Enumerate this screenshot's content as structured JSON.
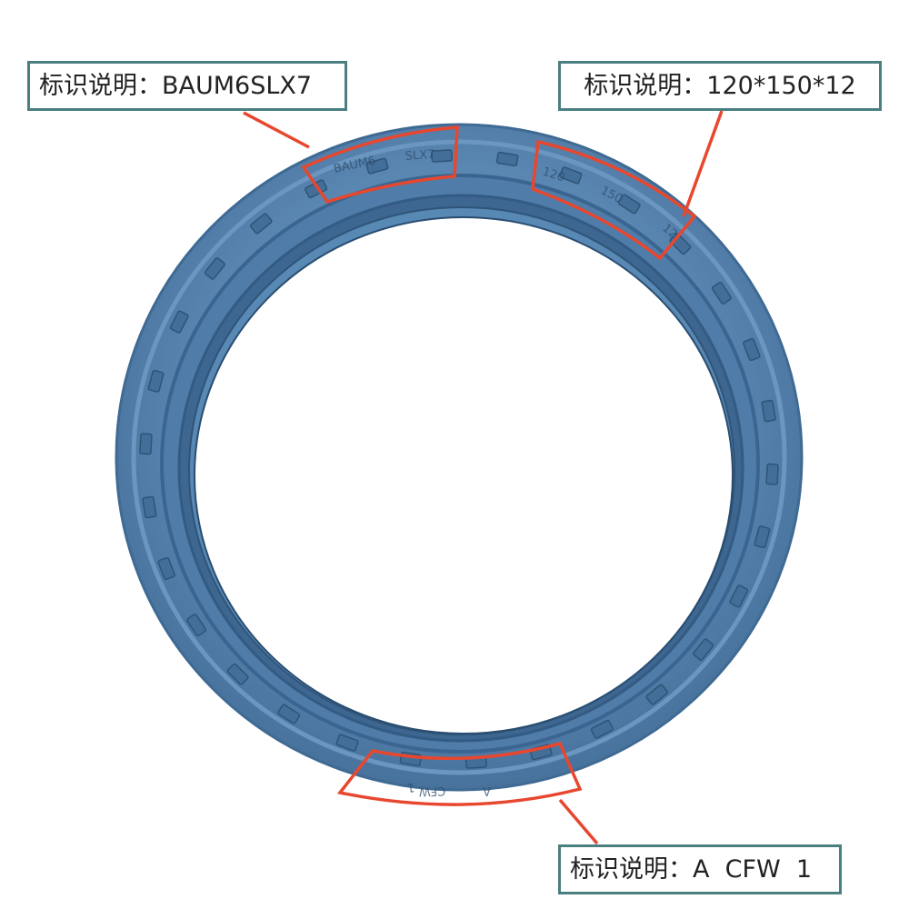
{
  "labels": {
    "top_left": "标识说明：BAUM6SLX7",
    "top_right": "标识说明：120*150*12",
    "bottom": "标识说明：A  CFW  1"
  },
  "ring_markings": {
    "brand": "BAUM6",
    "profile": "SLX7",
    "inner_diameter": "120",
    "outer_diameter": "150",
    "width": "12",
    "marking_a": "A",
    "marking_cfw": "CFW",
    "marking_1": "1"
  },
  "colors": {
    "seal_blue": "#5a86b2",
    "seal_dark": "#3d6791",
    "highlight": "#e8472f",
    "label_border": "#4a7f7f"
  }
}
